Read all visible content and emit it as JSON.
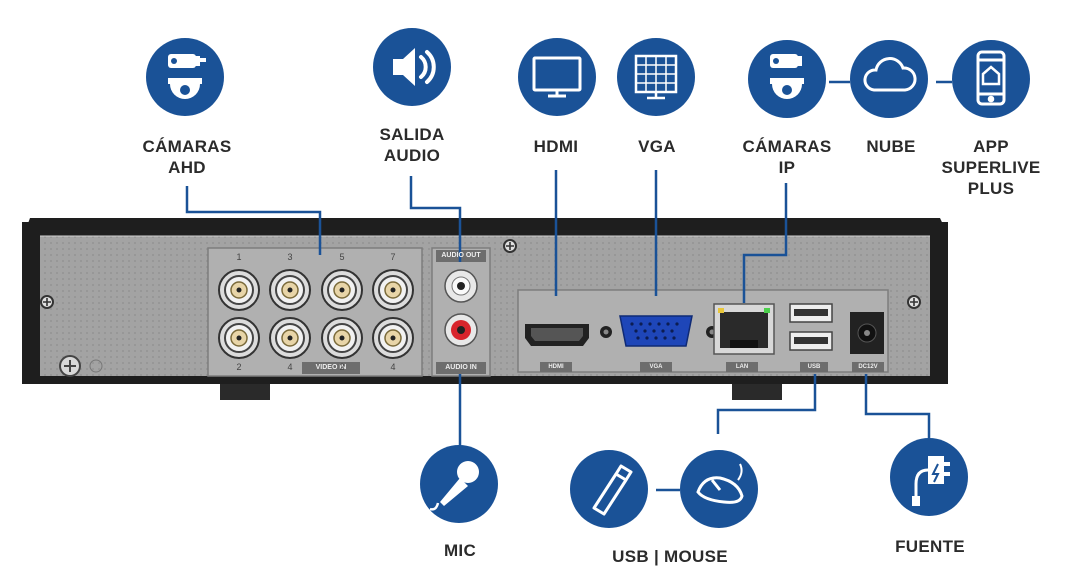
{
  "labels": {
    "camaras_ahd": [
      "CÁMARAS",
      "AHD"
    ],
    "salida_audio": [
      "SALIDA",
      "AUDIO"
    ],
    "hdmi": [
      "HDMI"
    ],
    "vga": [
      "VGA"
    ],
    "camaras_ip": [
      "CÁMARAS",
      "IP"
    ],
    "nube": [
      "NUBE"
    ],
    "app": [
      "APP",
      "SUPERLIVE",
      "PLUS"
    ],
    "mic": [
      "MIC"
    ],
    "usb_mouse": [
      "USB | MOUSE"
    ],
    "fuente": [
      "FUENTE"
    ]
  },
  "panel": {
    "audio_out": "AUDIO OUT",
    "audio_in": "AUDIO IN",
    "video_in": "VIDEO IN",
    "hdmi": "HDMI",
    "vga": "VGA",
    "lan": "LAN",
    "usb": "USB",
    "dc": "DC12V",
    "bnc_top": [
      "1",
      "3",
      "5",
      "7"
    ],
    "bnc_bottom": [
      "2",
      "4",
      "2",
      "4"
    ]
  },
  "colors": {
    "brand_blue": "#1a5297",
    "panel_gray": "#9b9b9b",
    "chassis": "#1e1e1e",
    "audio_red": "#d8242c"
  },
  "icons": [
    "camera-bullet-dome-icon",
    "speaker-icon",
    "monitor-icon",
    "vga-monitor-icon",
    "ip-camera-icon",
    "cloud-icon",
    "phone-app-icon",
    "microphone-icon",
    "usb-stick-icon",
    "mouse-icon",
    "power-adapter-icon"
  ]
}
